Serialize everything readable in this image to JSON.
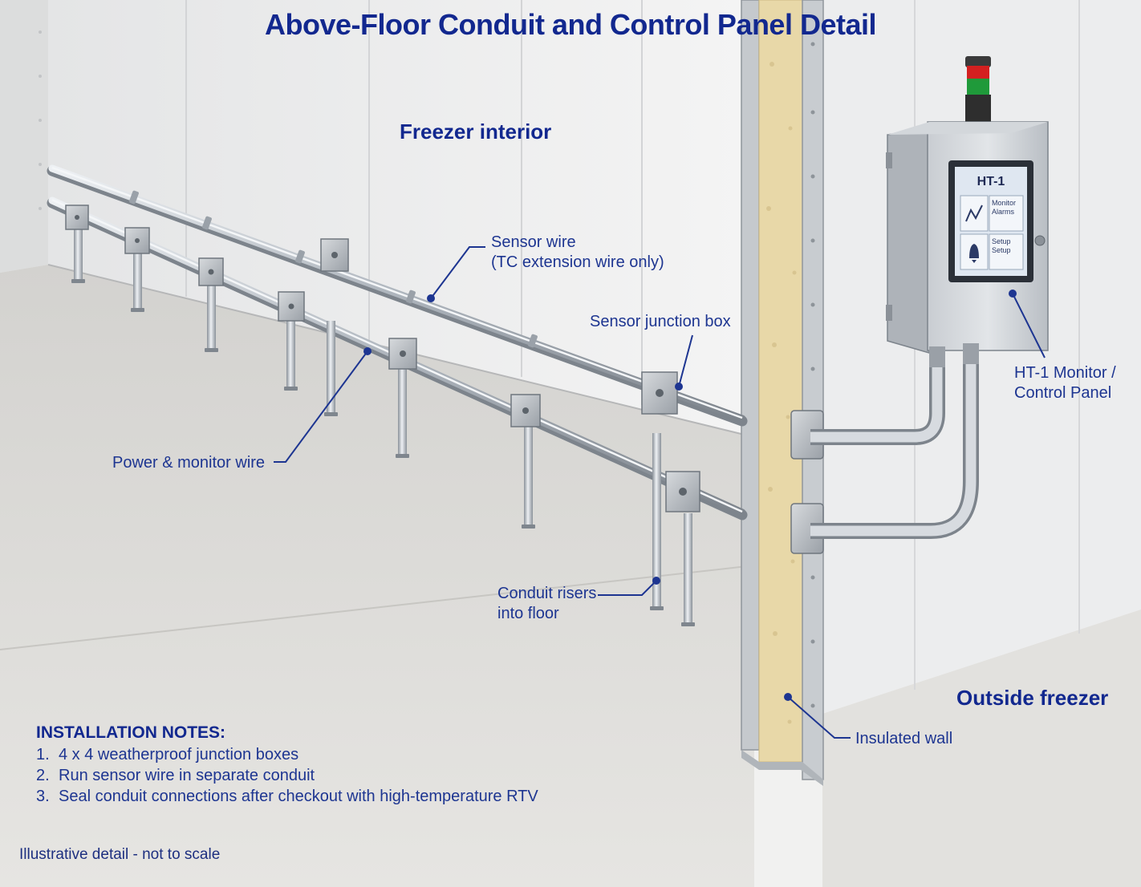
{
  "title": "Above-Floor Conduit and Control Panel Detail",
  "regions": {
    "interior": "Freezer interior",
    "exterior": "Outside freezer"
  },
  "labels": {
    "sensor_wire_line1": "Sensor wire",
    "sensor_wire_line2": "(TC extension wire only)",
    "sensor_junction_box": "Sensor junction box",
    "power_monitor_wire": "Power & monitor wire",
    "conduit_risers_line1": "Conduit risers",
    "conduit_risers_line2": "into floor",
    "panel_line1": "HT-1 Monitor /",
    "panel_line2": "Control Panel",
    "insulated_wall": "Insulated wall"
  },
  "panel_screen": {
    "heading": "HT-1",
    "monitor_line1": "Monitor",
    "monitor_line2": "Alarms",
    "setup_line1": "Setup",
    "setup_line2": "Setup",
    "trend_icon": "trend-line-icon",
    "alarm_icon": "bell-icon"
  },
  "installation_notes": {
    "heading": "INSTALLATION NOTES:",
    "items": [
      {
        "num": "1.",
        "text": "4 x 4 weatherproof junction boxes"
      },
      {
        "num": "2.",
        "text": "Run sensor wire in separate conduit"
      },
      {
        "num": "3.",
        "text": "Seal conduit connections after checkout with high-temperature RTV"
      }
    ]
  },
  "disclaimer": "Illustrative detail - not to scale",
  "colors": {
    "label_blue": "#1d3591",
    "title_blue": "#12288f",
    "insulation": "#e8d8a8",
    "conduit": "#b8bec6",
    "stack_light_red": "#d42020",
    "stack_light_green": "#1f9a3a"
  }
}
